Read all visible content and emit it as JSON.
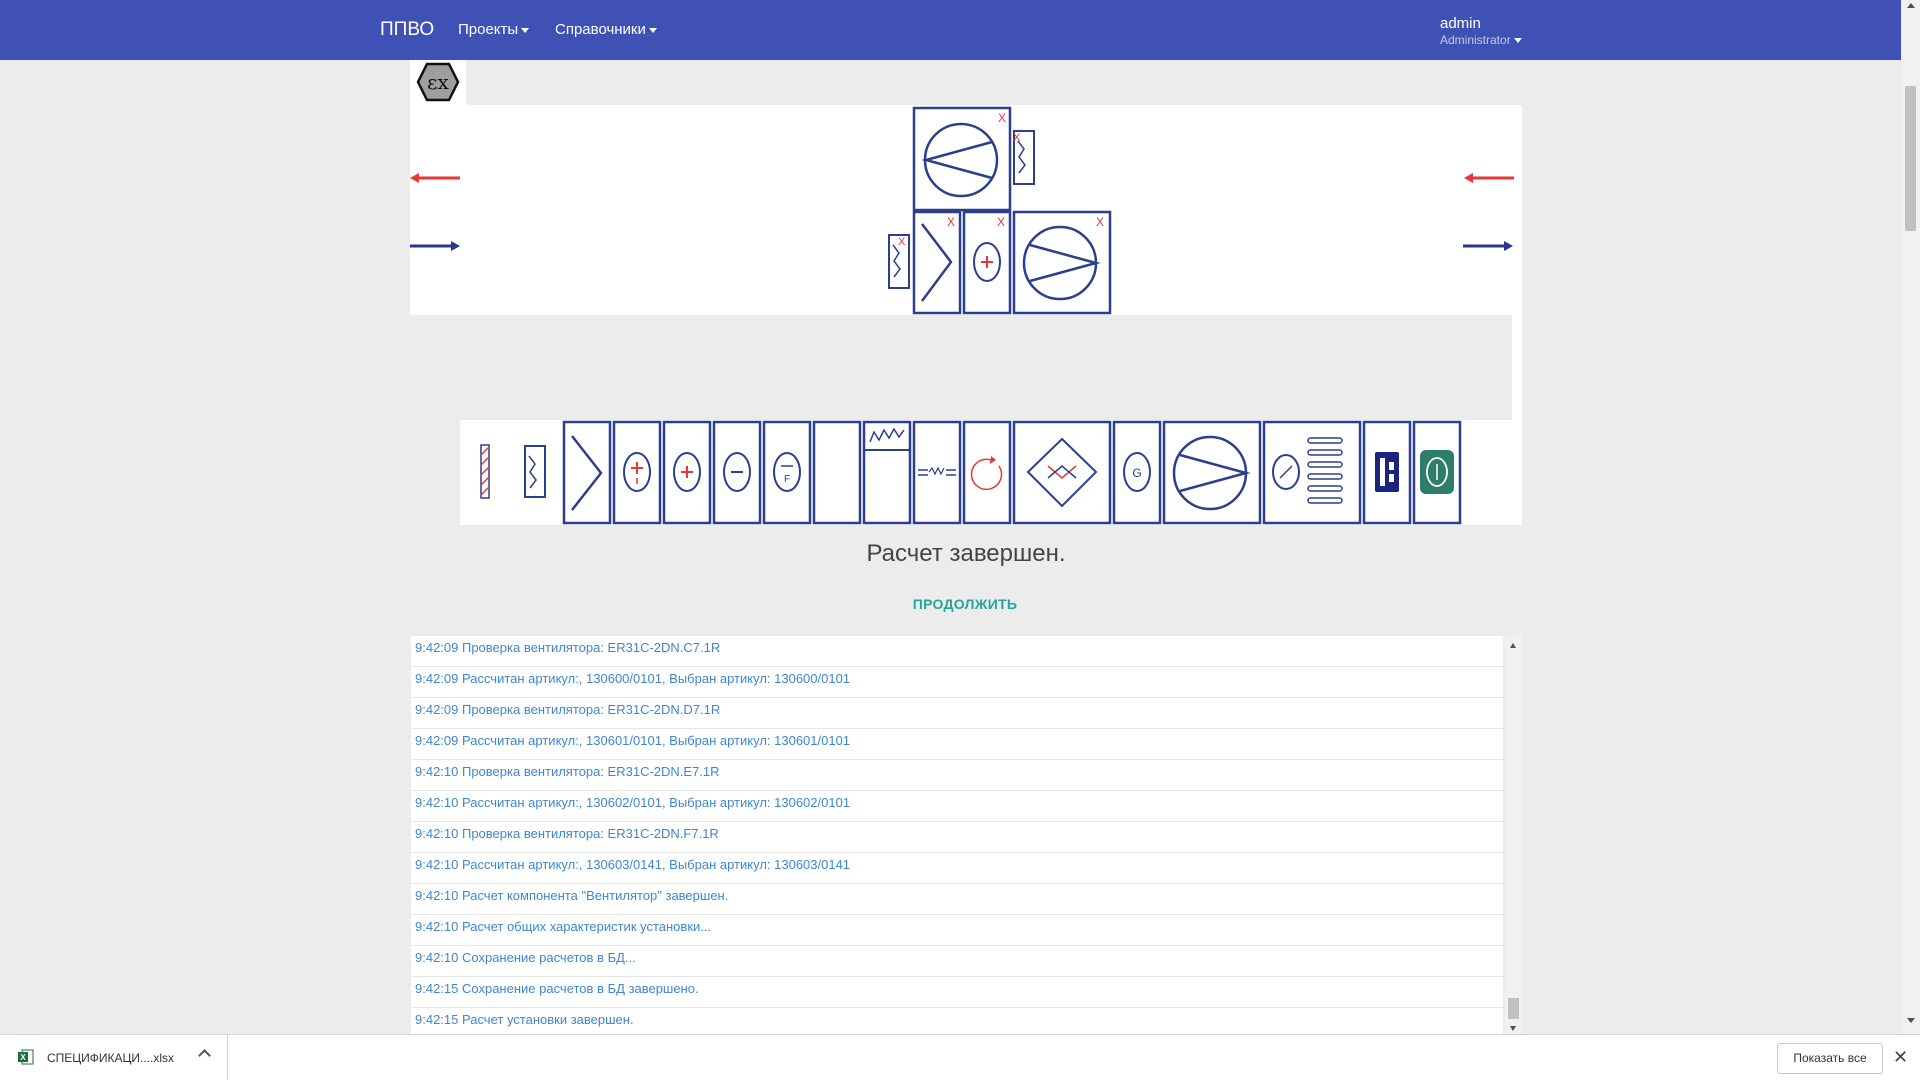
{
  "navbar": {
    "brand": "ППВО",
    "menu": [
      {
        "label": "Проекты"
      },
      {
        "label": "Справочники"
      }
    ],
    "user": {
      "name": "admin",
      "role": "Administrator"
    }
  },
  "colors": {
    "navbar": "#3f51b5",
    "component_stroke": "#2b3f8c",
    "exhaust_arrow": "#e53935",
    "supply_arrow": "#283593",
    "accent": "#26a69a",
    "log_text": "#3f86d0"
  },
  "scheme": {
    "flows": [
      {
        "direction": "left",
        "type": "exhaust"
      },
      {
        "direction": "right",
        "type": "supply"
      }
    ],
    "components_top": [
      "fan",
      "filter"
    ],
    "components_bottom": [
      "filter",
      "cooler",
      "heater",
      "fan"
    ]
  },
  "palette": {
    "items": [
      "damper",
      "filter",
      "cooler",
      "heater-electric",
      "heater-water",
      "cooler-water",
      "freon",
      "empty-section",
      "filter-bag",
      "humidifier",
      "rotor-recuperator",
      "plate-recuperator",
      "gas-heater",
      "fan",
      "silencer",
      "control-panel",
      "automation"
    ]
  },
  "status": {
    "text": "Расчет завершен.",
    "continue_label": "ПРОДОЛЖИТЬ"
  },
  "log": [
    "9:42:09 Проверка вентилятора: ER31C-2DN.C7.1R",
    "9:42:09 Рассчитан артикул:, 130600/0101, Выбран артикул: 130600/0101",
    "9:42:09 Проверка вентилятора: ER31C-2DN.D7.1R",
    "9:42:09 Рассчитан артикул:, 130601/0101, Выбран артикул: 130601/0101",
    "9:42:10 Проверка вентилятора: ER31C-2DN.E7.1R",
    "9:42:10 Рассчитан артикул:, 130602/0101, Выбран артикул: 130602/0101",
    "9:42:10 Проверка вентилятора: ER31C-2DN.F7.1R",
    "9:42:10 Рассчитан артикул:, 130603/0141, Выбран артикул: 130603/0141",
    "9:42:10 Расчет компонента \"Вентилятор\" завершен.",
    "9:42:10 Расчет общих характеристик установки...",
    "9:42:10 Сохранение расчетов в БД...",
    "9:42:15 Сохранение расчетов в БД завершено.",
    "9:42:15 Расчет установки завершен."
  ],
  "downloads": {
    "file_name": "СПЕЦИФИКАЦИ....xlsx",
    "show_all_label": "Показать все"
  }
}
